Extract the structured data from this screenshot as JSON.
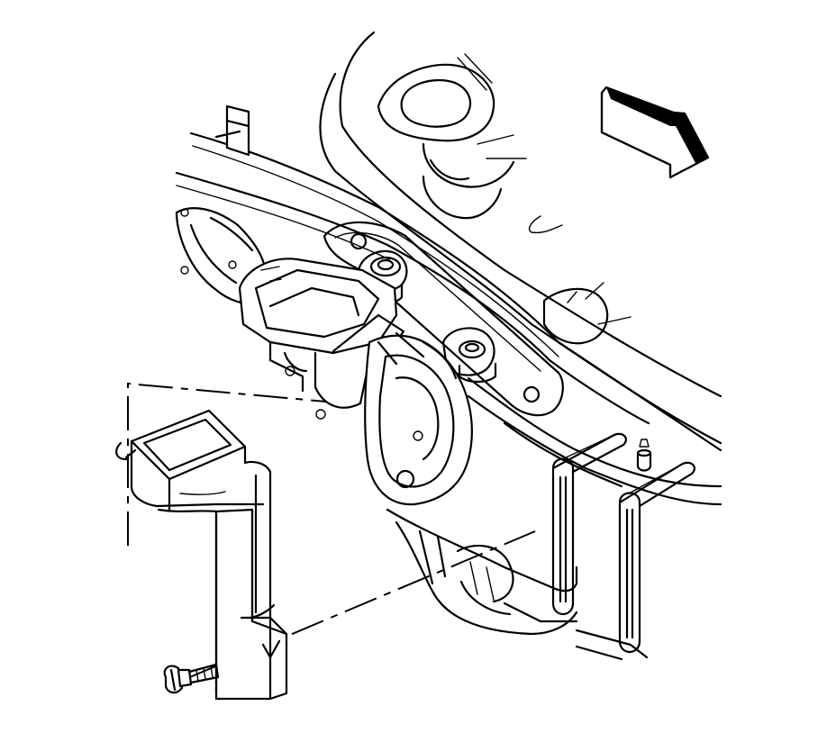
{
  "diagram": {
    "kind": "technical-line-illustration",
    "ink_color": "#000000",
    "background_color": "#ffffff",
    "icons": [
      "direction-arrow-icon"
    ],
    "parts": [
      "frame-rail",
      "frame-crossmember",
      "mounting-bracket",
      "bracket-bolt",
      "frame-pin"
    ]
  }
}
